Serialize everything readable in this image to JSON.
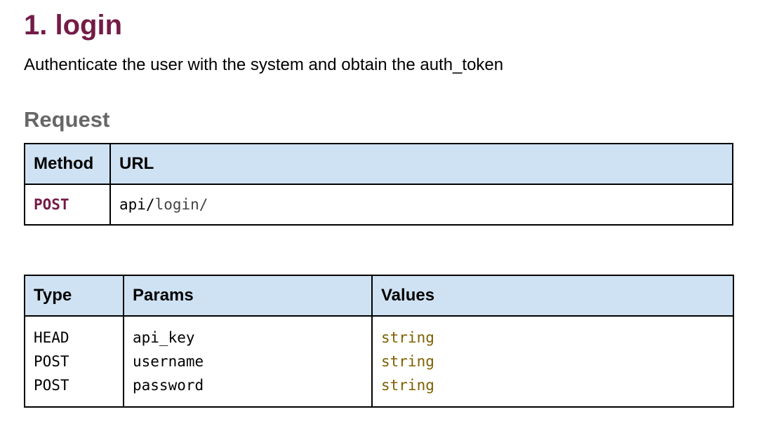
{
  "title": "1. login",
  "description": "Authenticate the user with the system and obtain the auth_token",
  "request_heading": "Request",
  "request_table": {
    "headers": [
      "Method",
      "URL"
    ],
    "method": "POST",
    "url_prefix": "api/",
    "url_suffix": "login/"
  },
  "params_table": {
    "headers": [
      "Type",
      "Params",
      "Values"
    ],
    "rows": [
      {
        "type": "HEAD",
        "param": "api_key",
        "value": "string"
      },
      {
        "type": "POST",
        "param": "username",
        "value": "string"
      },
      {
        "type": "POST",
        "param": "password",
        "value": "string"
      }
    ]
  },
  "colors": {
    "title": "#741b47",
    "method": "#741b47",
    "subheading": "#666666",
    "header_bg": "#cfe2f3",
    "value_text": "#7f6000"
  }
}
